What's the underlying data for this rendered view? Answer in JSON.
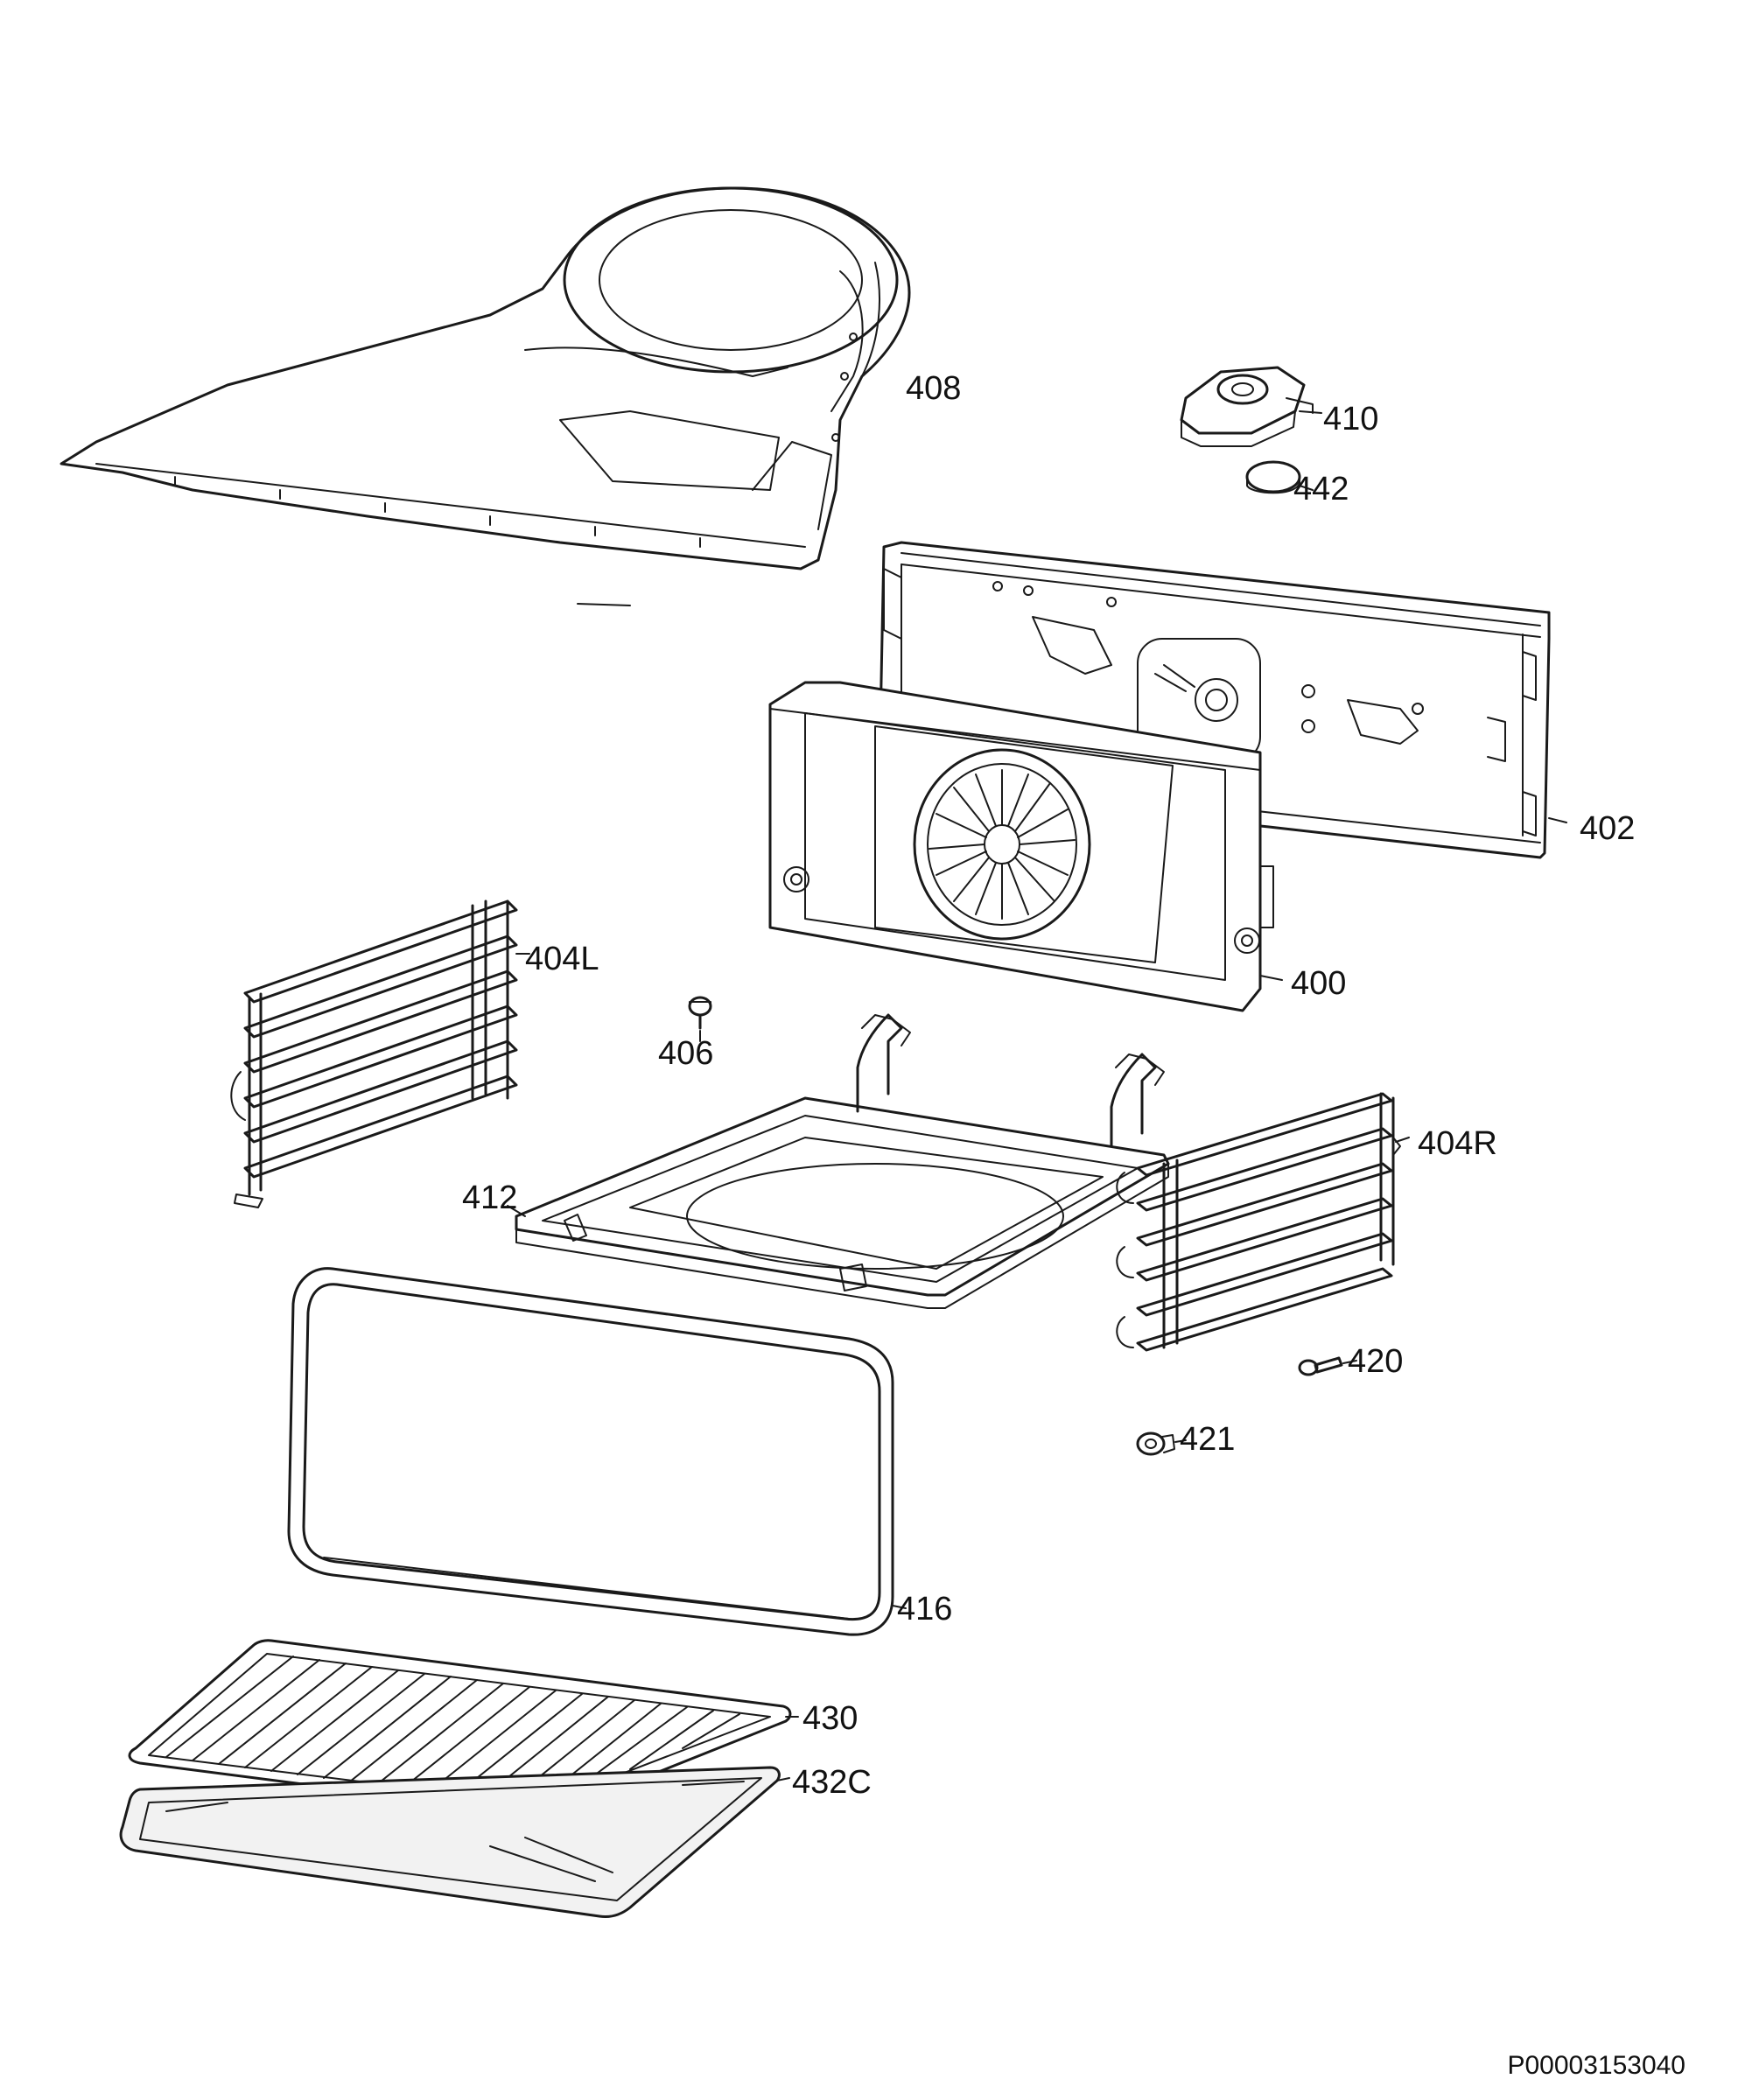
{
  "diagram": {
    "reference_code": "P00003153040",
    "callouts": [
      {
        "id": "408",
        "text": "408"
      },
      {
        "id": "410",
        "text": "410"
      },
      {
        "id": "442",
        "text": "442"
      },
      {
        "id": "402",
        "text": "402"
      },
      {
        "id": "400",
        "text": "400"
      },
      {
        "id": "404L",
        "text": "404L"
      },
      {
        "id": "406",
        "text": "406"
      },
      {
        "id": "404R",
        "text": "404R"
      },
      {
        "id": "412",
        "text": "412"
      },
      {
        "id": "420",
        "text": "420"
      },
      {
        "id": "421",
        "text": "421"
      },
      {
        "id": "416",
        "text": "416"
      },
      {
        "id": "430",
        "text": "430"
      },
      {
        "id": "432C",
        "text": "432C"
      }
    ]
  }
}
